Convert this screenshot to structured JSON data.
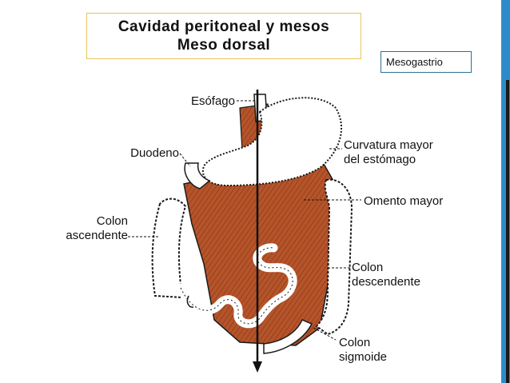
{
  "title": {
    "line1": "Cavidad peritoneal y mesos",
    "line2": "Meso dorsal"
  },
  "label_box": "Mesogastrio",
  "labels": {
    "esofago": "Esófago",
    "duodeno": "Duodeno",
    "colon_ascendente_1": "Colon",
    "colon_ascendente_2": "ascendente",
    "curvatura_1": "Curvatura mayor",
    "curvatura_2": "del estómago",
    "omento": "Omento mayor",
    "colon_descendente_1": "Colon",
    "colon_descendente_2": "descendente",
    "colon_sigmoide_1": "Colon",
    "colon_sigmoide_2": "sigmoide"
  },
  "colors": {
    "tissue": "#b5542a",
    "tissue_dark": "#7a2f12",
    "outline": "#1a1a1a",
    "accent_bar": "#2e8bc9",
    "title_border": "#e8c35a",
    "label_border": "#2a6f97"
  }
}
